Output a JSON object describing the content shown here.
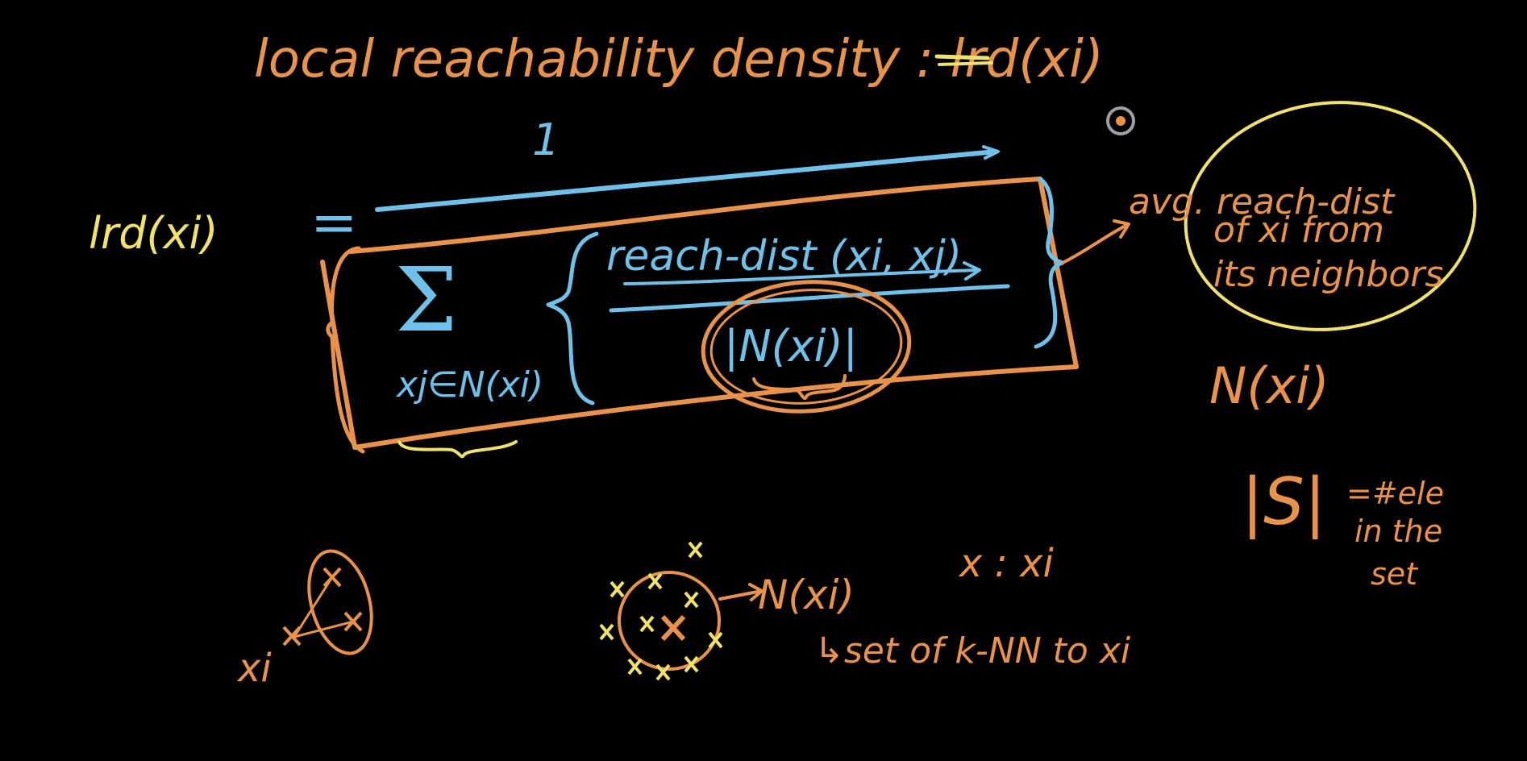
{
  "title": "local reachability density : lrd(xi)",
  "lhs": "lrd(xi)",
  "equals": "=",
  "numerator": "1",
  "sum_symbol": "Σ",
  "sum_index": "xj∈N(xi)",
  "reach_dist": "reach-dist (xi, xj)",
  "cardinality": "|N(xi)|",
  "avg_note": [
    "avg. reach-dist",
    "of xi from",
    "its neighbors"
  ],
  "neighborhood_label": "N(xi)",
  "set_size": "|S|",
  "set_size_note": [
    "=#ele",
    "in the",
    "set"
  ],
  "bottom_left_label": "xi",
  "cluster_label": "N(xi)",
  "x_equals": "x : xi",
  "knn_note": "↳set of k-NN to xi",
  "colors": {
    "orange": "#E8924A",
    "blue": "#6FC1EA",
    "yellow": "#F0E26A",
    "background": "#000000"
  }
}
